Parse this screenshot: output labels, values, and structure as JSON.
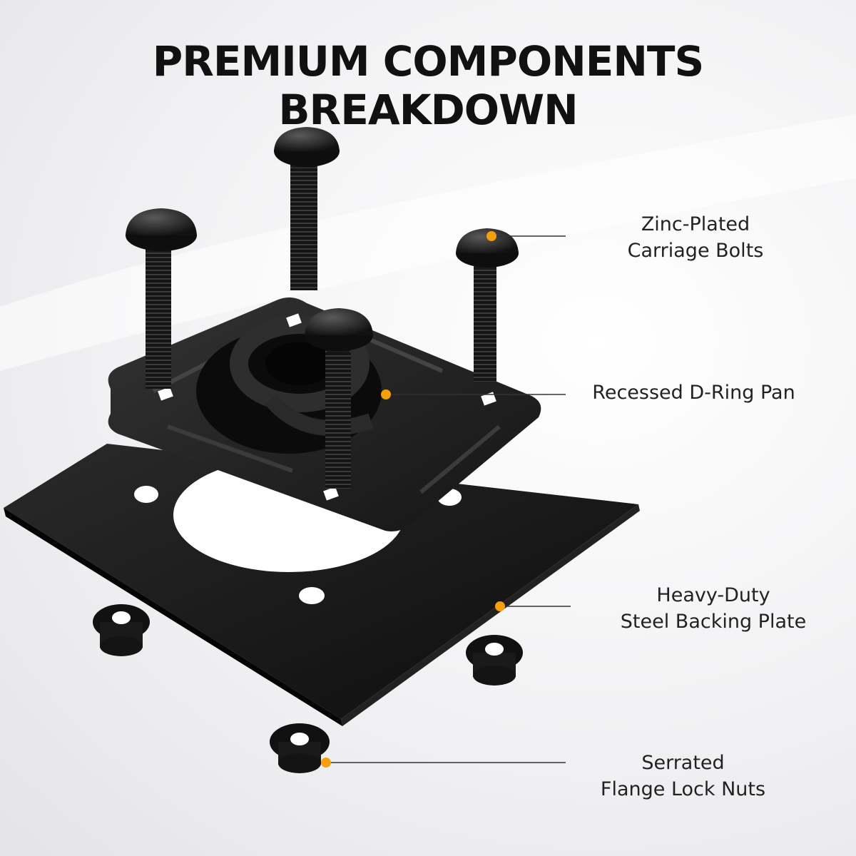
{
  "title": "PREMIUM COMPONENTS BREAKDOWN",
  "callouts": [
    {
      "line1": "Zinc-Plated",
      "line2": "Carriage Bolts"
    },
    {
      "line1": "Recessed D-Ring Pan",
      "line2": ""
    },
    {
      "line1": "Heavy-Duty",
      "line2": "Steel Backing Plate"
    },
    {
      "line1": "Serrated",
      "line2": "Flange Lock Nuts"
    }
  ],
  "colors": {
    "accent": "#f5a00b",
    "hardware": "#1a1a1a",
    "text": "#222222"
  }
}
